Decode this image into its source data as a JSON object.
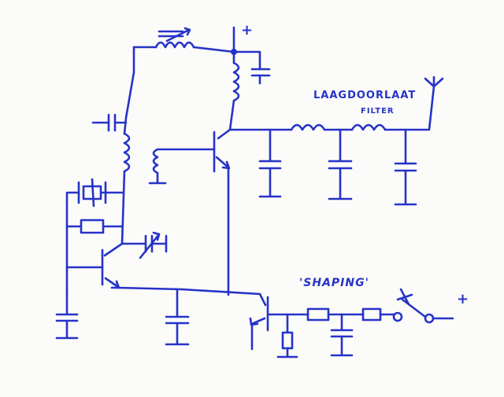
{
  "labels": {
    "filter_line1": "LAAGDOORLAAT",
    "filter_line2": "FILTER",
    "shaping": "'SHAPING'",
    "plus_top": "+",
    "plus_right": "+"
  },
  "colors": {
    "ink": "#2633c8",
    "paper": "#fbfbf9"
  }
}
